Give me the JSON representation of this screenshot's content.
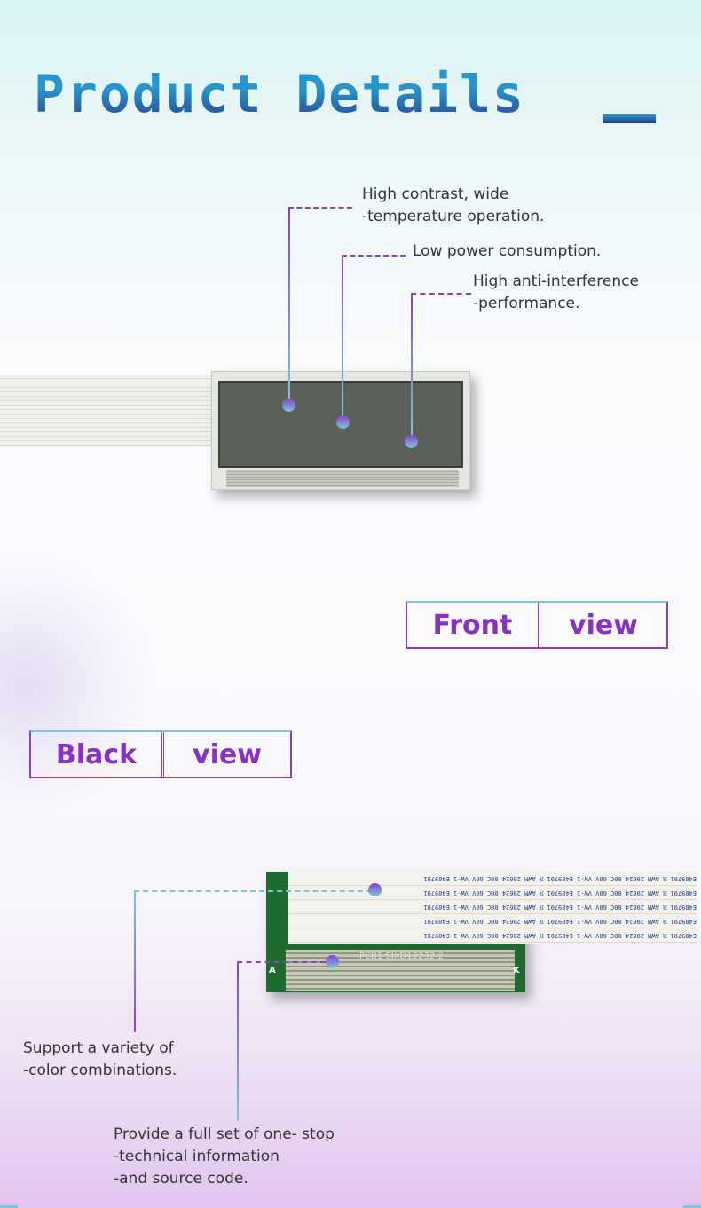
{
  "header": {
    "title": "Product Details"
  },
  "front": {
    "features": [
      {
        "text": "High contrast, wide\n-temperature operation."
      },
      {
        "text": "Low power consumption."
      },
      {
        "text": "High anti-interference\n-performance."
      }
    ],
    "label": {
      "word1": "Front",
      "word2": "view"
    }
  },
  "back": {
    "label": {
      "word1": "Black",
      "word2": "view"
    },
    "features": [
      {
        "text": "Support a variety of\n-color combinations."
      },
      {
        "text": "Provide a full set of one- stop\n-technical information\n-and source code."
      }
    ],
    "pcb_text": "PCB1 SJXD12232-2",
    "pin_a": "A",
    "pin_k": "K",
    "cable_text": "E489701 ℝ AWM 20624 80C 60V VW-1   E489701 ℝ AWM 20624 80C 60V VW-1   E489701"
  },
  "colors": {
    "accent": "#8a3fd0",
    "teal": "#7cc6dc",
    "title": "#2596cf"
  }
}
